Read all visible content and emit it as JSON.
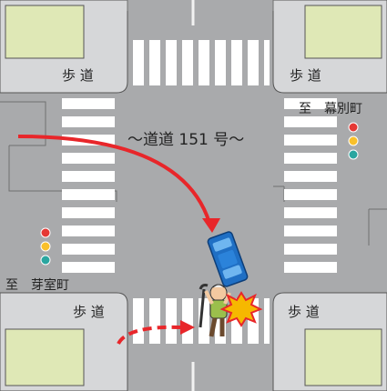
{
  "labels": {
    "sidewalk_top_left": "歩 道",
    "sidewalk_top_right": "歩 道",
    "sidewalk_bottom_left": "歩 道",
    "sidewalk_bottom_right": "歩 道",
    "road_name": "〜道道 151 号〜",
    "direction_east": "至　幕別町",
    "direction_west": "至　芽室町"
  },
  "colors": {
    "road": "#a9aaac",
    "sidewalk": "#d6d7d9",
    "grass": "#dfe8b6",
    "crosswalk": "#ffffff",
    "arrow": "#e8262a",
    "car": "#1f6fc4",
    "impact": "#f6b800",
    "pedestrian_shirt": "#9bbf4c"
  },
  "icons": {
    "traffic_light": "traffic-light-icon",
    "car": "car-icon",
    "pedestrian": "elderly-pedestrian-icon",
    "impact": "collision-burst-icon"
  }
}
